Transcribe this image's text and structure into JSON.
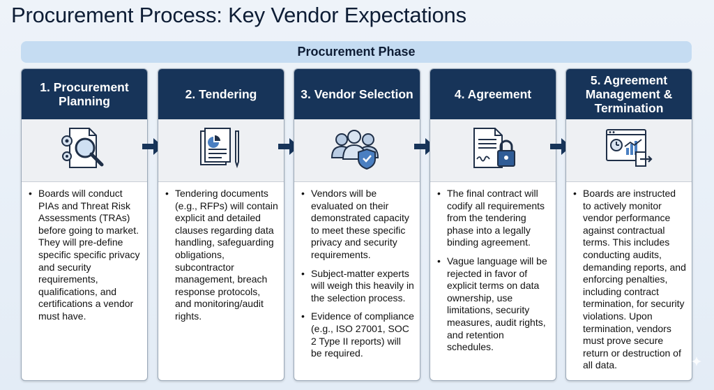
{
  "title": "Procurement Process: Key Vendor Expectations",
  "phase_label": "Procurement Phase",
  "colors": {
    "header_navy": "#173459",
    "phase_bar": "#c5dcf2",
    "icon_blue": "#4a7fc1",
    "arrow": "#173459"
  },
  "steps": [
    {
      "title_lines": [
        "1. Procurement",
        "Planning"
      ],
      "icon": "magnifier-gear-document-icon",
      "bullets": [
        "Boards will conduct PIAs and Threat Risk Assessments (TRAs) before going to market. They will pre-define specific specific privacy and security requirements, qualifications, and certifications a vendor must have."
      ]
    },
    {
      "title_lines": [
        "2. Tendering"
      ],
      "icon": "document-pen-icon",
      "bullets": [
        "Tendering documents (e.g., RFPs) will contain explicit and detailed clauses regarding data handling, safeguarding obligations, subcontractor management, breach response protocols, and monitoring/audit rights."
      ]
    },
    {
      "title_lines": [
        "3. Vendor Selection"
      ],
      "icon": "people-shield-icon",
      "bullets": [
        "Vendors will be evaluated on their demonstrated capacity to meet these specific privacy and security requirements.",
        "Subject-matter experts will weigh this heavily in the selection process.",
        "Evidence of compliance (e.g., ISO 27001, SOC 2 Type II reports) will be required."
      ]
    },
    {
      "title_lines": [
        "4. Agreement"
      ],
      "icon": "contract-lock-icon",
      "bullets": [
        "The final contract will codify all requirements from the tendering phase into a legally binding agreement.",
        "Vague language will be rejected in favor of explicit terms on data ownership, use limitations, security measures, audit rights, and retention schedules."
      ]
    },
    {
      "title_lines": [
        "5. Agreement",
        "Management &",
        "Termination"
      ],
      "icon": "dashboard-exit-icon",
      "bullets": [
        "Boards are instructed to actively monitor vendor performance against contractual terms. This includes conducting audits, demanding reports, and enforcing penalties, including contract termination, for security violations. Upon termination, vendors must prove secure return or destruction of all data."
      ]
    }
  ]
}
